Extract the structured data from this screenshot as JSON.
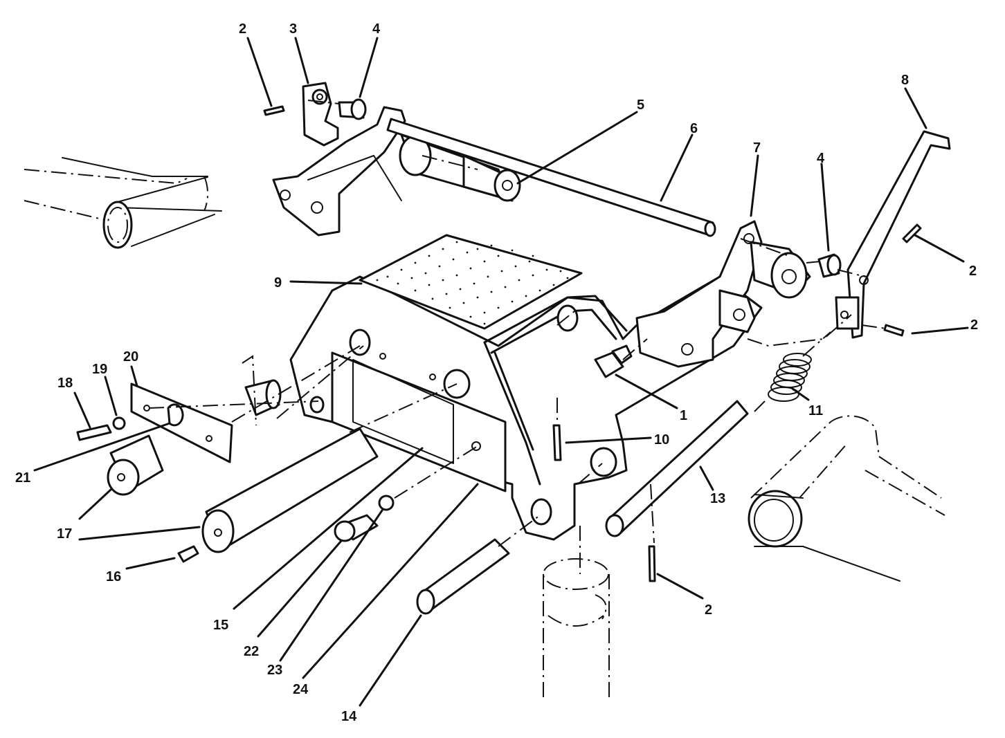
{
  "callouts": [
    {
      "id": "c2a",
      "text": "2"
    },
    {
      "id": "c3",
      "text": "3"
    },
    {
      "id": "c4a",
      "text": "4"
    },
    {
      "id": "c5",
      "text": "5"
    },
    {
      "id": "c6",
      "text": "6"
    },
    {
      "id": "c7",
      "text": "7"
    },
    {
      "id": "c4b",
      "text": "4"
    },
    {
      "id": "c8",
      "text": "8"
    },
    {
      "id": "c2b",
      "text": "2"
    },
    {
      "id": "c2c",
      "text": "2"
    },
    {
      "id": "c9",
      "text": "9"
    },
    {
      "id": "c1",
      "text": "1"
    },
    {
      "id": "c11",
      "text": "11"
    },
    {
      "id": "c10",
      "text": "10"
    },
    {
      "id": "c13",
      "text": "13"
    },
    {
      "id": "c2d",
      "text": "2"
    },
    {
      "id": "c20",
      "text": "20"
    },
    {
      "id": "c19",
      "text": "19"
    },
    {
      "id": "c18",
      "text": "18"
    },
    {
      "id": "c21",
      "text": "21"
    },
    {
      "id": "c17",
      "text": "17"
    },
    {
      "id": "c16",
      "text": "16"
    },
    {
      "id": "c15",
      "text": "15"
    },
    {
      "id": "c22",
      "text": "22"
    },
    {
      "id": "c23",
      "text": "23"
    },
    {
      "id": "c24",
      "text": "24"
    },
    {
      "id": "c14",
      "text": "14"
    }
  ]
}
